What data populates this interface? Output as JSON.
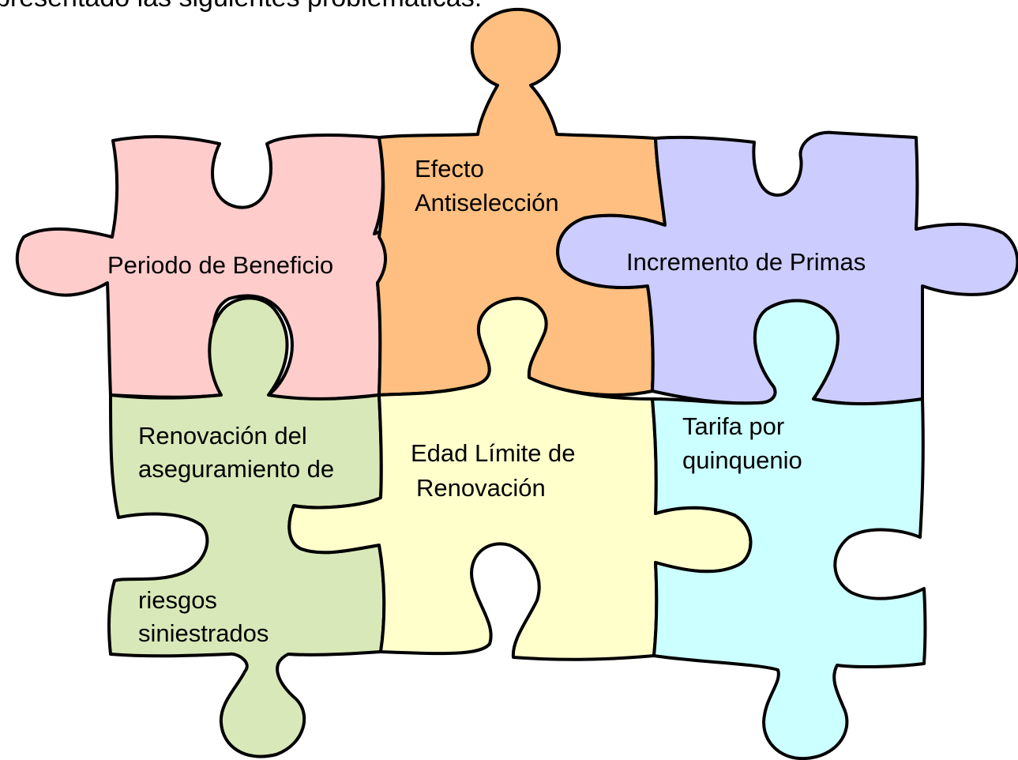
{
  "header": {
    "text": "presentado las siguientes problemáticas:"
  },
  "pieces": {
    "pink": {
      "label": "Periodo de Beneficio",
      "color": "#FFCCCC"
    },
    "orange": {
      "line1": "Efecto",
      "line2": "Antiselección",
      "color": "#FFBF80"
    },
    "purple": {
      "label": "Incremento de Primas",
      "color": "#CCCCFF"
    },
    "green": {
      "line1": "Renovación del",
      "line2": "aseguramiento de",
      "line3": "riesgos",
      "line4": "siniestrados",
      "color": "#D9E8B8"
    },
    "yellow": {
      "line1": "Edad Límite de",
      "line2": "Renovación",
      "color": "#FFFFCC"
    },
    "cyan": {
      "line1": "Tarifa por",
      "line2": "quinquenio",
      "color": "#CCFFFF"
    }
  }
}
